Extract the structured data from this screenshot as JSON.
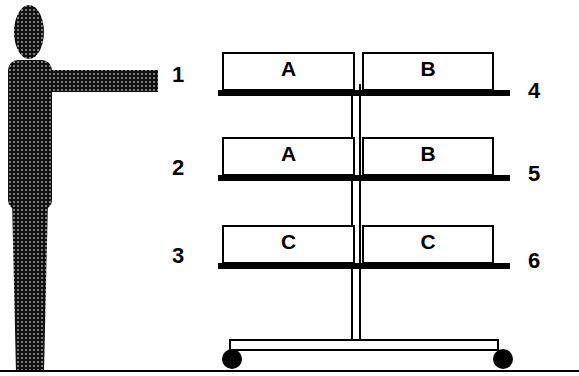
{
  "diagram": {
    "nodes": [
      {
        "text": [
          "A"
        ]
      },
      {
        "text": [
          "B"
        ]
      },
      {
        "text": [
          "A"
        ]
      },
      {
        "text": [
          "B"
        ]
      },
      {
        "text": [
          "C"
        ]
      },
      {
        "text": [
          "C"
        ]
      }
    ],
    "labels": [
      "1",
      "4",
      "2",
      "5",
      "3",
      "6"
    ]
  }
}
